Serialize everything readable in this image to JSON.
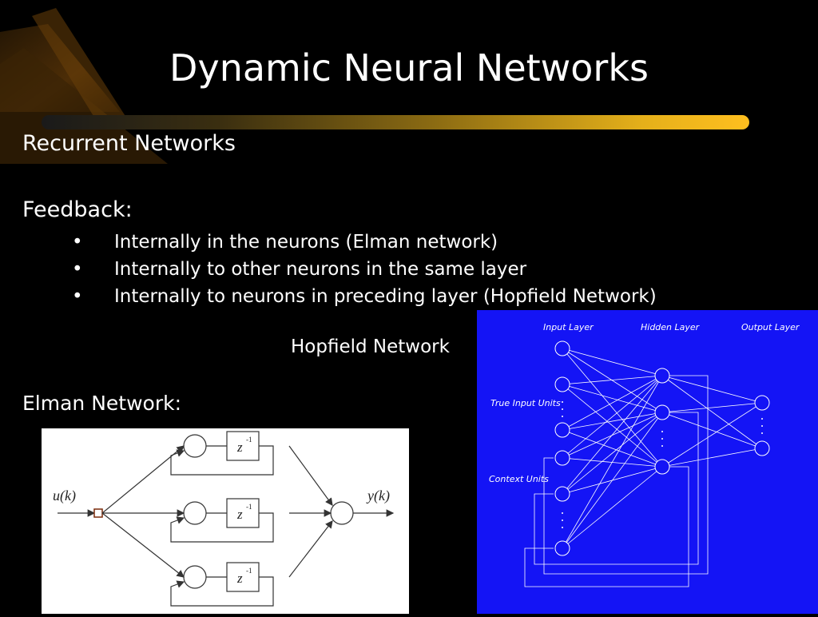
{
  "slide": {
    "title": "Dynamic Neural Networks",
    "section_heading": "Recurrent Networks",
    "feedback_heading": "Feedback:",
    "bullets": [
      "Internally in the neurons (Elman network)",
      "Internally to other neurons in the same layer",
      "Internally to neurons in preceding layer (Hopfield Network)"
    ],
    "bullet_glyph": "•",
    "hopfield_caption": "Hopfield Network",
    "elman_heading": "Elman Network:"
  },
  "elman_diagram": {
    "input_label": "u(k)",
    "output_label": "y(k)",
    "delay_label": "z",
    "delay_exponent": "-1"
  },
  "hopfield_diagram": {
    "input_layer": "Input Layer",
    "hidden_layer": "Hidden Layer",
    "output_layer": "Output Layer",
    "true_input_units": "True Input Units",
    "context_units": "Context Units"
  },
  "colors": {
    "background": "#000000",
    "accent_bar": "#ffbf1f",
    "hopfield_panel": "#1414f5"
  }
}
